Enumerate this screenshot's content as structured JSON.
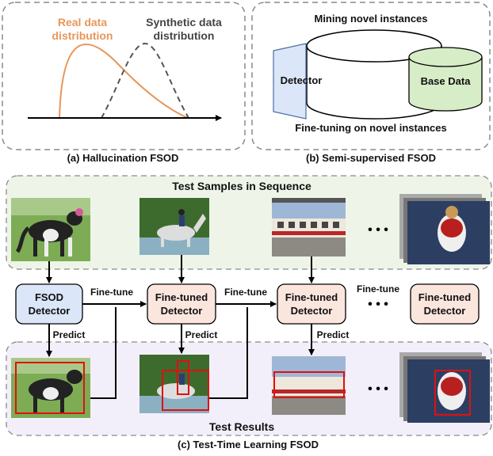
{
  "panel_a": {
    "real_label_1": "Real data",
    "real_label_2": "distribution",
    "synth_label_1": "Synthetic data",
    "synth_label_2": "distribution",
    "caption": "(a) Hallucination FSOD",
    "real_color": "#e8975a",
    "synth_color": "#555555"
  },
  "panel_b": {
    "top_label": "Mining novel instances",
    "bottom_label": "Fine-tuning on novel instances",
    "detector_label": "Detector",
    "base_data_label": "Base Data",
    "caption": "(b) Semi-supervised FSOD",
    "detector_color": "#dbe6f8",
    "base_data_color": "#d7edc7"
  },
  "panel_c": {
    "test_samples_title": "Test Samples in Sequence",
    "test_results_title": "Test Results",
    "caption": "(c) Test-Time Learning FSOD",
    "fsod_detector_line1": "FSOD",
    "fsod_detector_line2": "Detector",
    "finetuned_line1": "Fine-tuned",
    "finetuned_line2": "Detector",
    "fine_tune_label": "Fine-tune",
    "predict_label": "Predict",
    "ellipsis": "• • •",
    "samples_bg_color": "#eef5e8",
    "results_bg_color": "#f3effa",
    "fsod_color": "#dbe6f8",
    "finetuned_color": "#fbe6de",
    "bbox_color": "#e01010"
  },
  "images": [
    "dog-image",
    "horse-rider-image",
    "train-image",
    "cat-image"
  ]
}
